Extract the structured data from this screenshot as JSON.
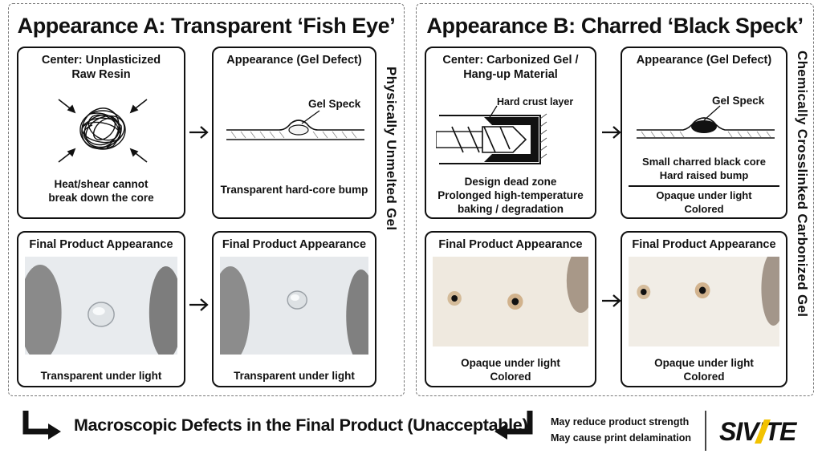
{
  "section_a": {
    "title": "Appearance A: Transparent ‘Fish Eye’",
    "vertical_label": "Physically Unmelted Gel",
    "center_box": {
      "heading_line1": "Center: Unplasticized",
      "heading_line2": "Raw Resin",
      "caption_line1": "Heat/shear cannot",
      "caption_line2": "break down the core"
    },
    "defect_box": {
      "heading": "Appearance (Gel Defect)",
      "speck_label": "Gel Speck",
      "caption": "Transparent hard-core bump"
    },
    "photo_left": {
      "heading": "Final Product Appearance",
      "caption": "Transparent under light"
    },
    "photo_right": {
      "heading": "Final Product Appearance",
      "caption": "Transparent under light"
    }
  },
  "section_b": {
    "title": "Appearance B: Charred ‘Black Speck’",
    "vertical_label": "Chemically Crosslinked Carbonized Gel",
    "center_box": {
      "heading_line1": "Center: Carbonized Gel /",
      "heading_line2": "Hang-up Material",
      "crust_label": "Hard crust layer",
      "caption_line1": "Design dead zone",
      "caption_line2": "Prolonged high-temperature",
      "caption_line3": "baking / degradation"
    },
    "defect_box": {
      "heading": "Appearance (Gel Defect)",
      "speck_label": "Gel Speck",
      "caption_line1": "Small charred black core",
      "caption_line2": "Hard raised bump",
      "caption_line3": "Opaque under light",
      "caption_line4": "Colored"
    },
    "photo_left": {
      "heading": "Final Product Appearance",
      "caption_line1": "Opaque under light",
      "caption_line2": "Colored"
    },
    "photo_right": {
      "heading": "Final Product Appearance",
      "caption_line1": "Opaque under light",
      "caption_line2": "Colored"
    }
  },
  "footer": {
    "main_text": "Macroscopic Defects in the Final Product (Unacceptable)",
    "note_1": "May reduce product strength",
    "note_2": "May cause print delamination",
    "brand": "SIVITE"
  },
  "colors": {
    "brand_accent": "#f2c200",
    "ink": "#111111"
  }
}
